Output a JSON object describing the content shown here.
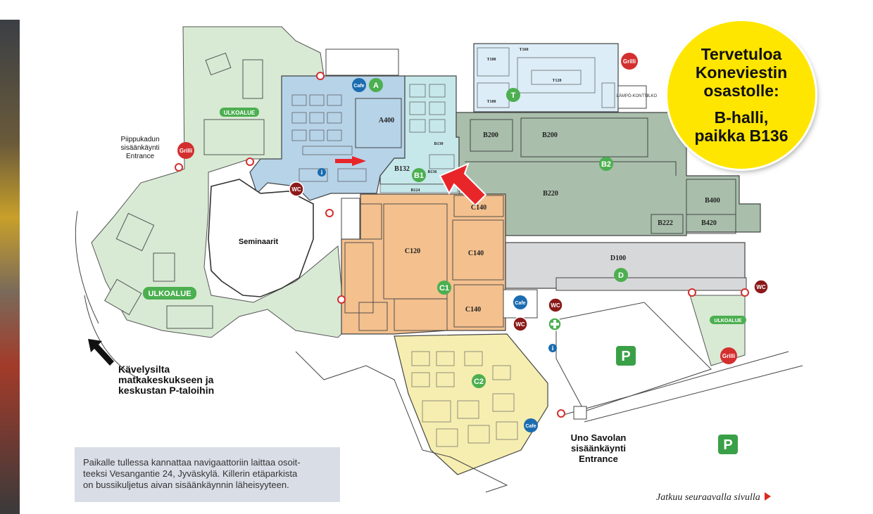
{
  "bubble": {
    "line1": "Tervetuloa",
    "line2": "Koneviestin",
    "line3": "osastolle:",
    "line4": "B-halli,",
    "line5": "paikka B136"
  },
  "halls": {
    "a400": "A400",
    "b132": "B132",
    "b136": "B136",
    "b124": "B124",
    "b130": "B130",
    "b200a": "B200",
    "b200b": "B200",
    "b220": "B220",
    "b400": "B400",
    "b222": "B222",
    "b420": "B420",
    "c140a": "C140",
    "c140b": "C140",
    "c140c": "C140",
    "c120": "C120",
    "d100": "D100",
    "t100": "T100",
    "t120": "T120",
    "t160": "T160",
    "lampokontti": "LÄMPÖ-KONTTI",
    "ulko": "ULKO"
  },
  "zones": {
    "a": "A",
    "b1": "B1",
    "b2": "B2",
    "c1": "C1",
    "c2": "C2",
    "d": "D",
    "t": "T"
  },
  "areas": {
    "ulkoalue1": "ULKOALUE",
    "ulkoalue2": "ULKOALUE",
    "ulkoalue3": "ULKOALUE",
    "seminaarit": "Seminaarit"
  },
  "amenities": {
    "cafe": "Cafe",
    "wc": "WC",
    "grilli": "Grilli",
    "parking": "P",
    "info": "i"
  },
  "entrances": {
    "piipputop": "Piippukadun",
    "piippumid": "sisäänkäynti",
    "piippubot": "Entrance",
    "unotop": "Uno Savolan",
    "unomid": "sisäänkäynti",
    "unobot": "Entrance"
  },
  "walkway": {
    "line1": "Kävelysilta",
    "line2": "matkakeskukseen ja",
    "line3": "keskustan P-taloihin"
  },
  "info_text": {
    "line1": "Paikalle tullessa kannattaa navigaattoriin laittaa osoit-",
    "line2": "teeksi Vesangantie 24, Jyväskylä. Killerin etäparkista",
    "line3": "on bussikuljetus aivan sisäänkäynnin läheisyyteen."
  },
  "continue_text": "Jatkuu seuraavalla sivulla",
  "colors": {
    "outdoor_green": "#d8ead4",
    "hall_a_blue": "#b6d3e8",
    "hall_b1_teal": "#c7e8ea",
    "hall_b_gray_green": "#a9bfac",
    "hall_c_orange": "#f3c08e",
    "hall_c2_yellow": "#f6eeb0",
    "hall_d_gray": "#d7d8da",
    "hall_t_light_blue": "#dcedf7",
    "zone_green": "#4caf50",
    "wc_red": "#8b1a1a",
    "cafe_blue": "#1b6cb0",
    "arrow_red": "#e8262a",
    "bubble_yellow": "#ffe600",
    "parking_green": "#3aa047"
  }
}
